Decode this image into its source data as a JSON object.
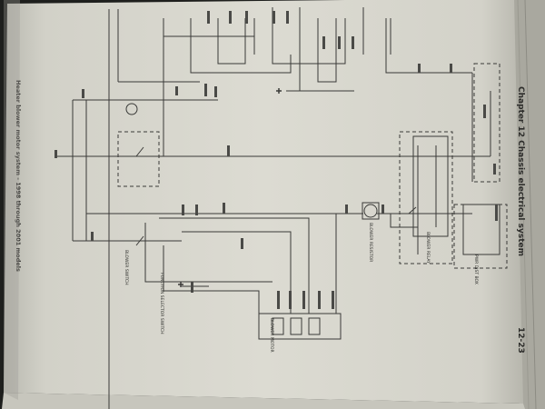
{
  "page": {
    "chapter_heading": "Chapter 12  Chassis electrical system",
    "page_number": "12-23",
    "figure_caption": "Heater blower motor system - 1998 through 2001 models"
  },
  "components": {
    "blower_motor": "BLOWER MOTOR",
    "blower_resistor": "BLOWER RESISTOR",
    "blower_switch": "BLOWER SWITCH",
    "function_selector_switch": "FUNCTION SELECTOR SWITCH",
    "pwr_dist_box": "PWR DIST BOX",
    "blower_relay": "BLOWER RELAY"
  },
  "colors": {
    "paper": "#d9d8cf",
    "ink": "#3a3a38",
    "background": "#1e1f1d"
  }
}
